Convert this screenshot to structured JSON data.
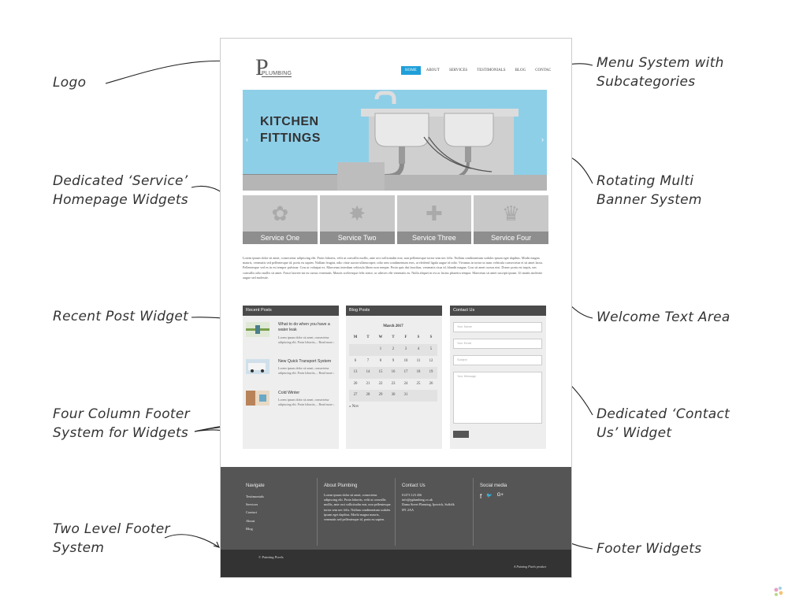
{
  "annotations": {
    "logo": "Logo",
    "menu": [
      "Menu System with",
      "Subcategories"
    ],
    "service": [
      "Dedicated ‘Service’",
      "Homepage Widgets"
    ],
    "banner": [
      "Rotating Multi",
      "Banner System"
    ],
    "recent": "Recent Post Widget",
    "welcome": "Welcome Text Area",
    "four_col": [
      "Four Column Footer",
      "System for Widgets"
    ],
    "contact": [
      "Dedicated ‘Contact",
      "Us’ Widget"
    ],
    "two_level": [
      "Two Level Footer",
      "System"
    ],
    "footer_widgets": "Footer Widgets"
  },
  "site": {
    "logo_letter": "P",
    "logo_word": "PLUMBING",
    "nav": [
      "HOME",
      "ABOUT",
      "SERVICES",
      "TESTIMONIALS",
      "BLOG",
      "CONTAC"
    ],
    "nav_active": 0,
    "banner": {
      "title_line1": "KITCHEN",
      "title_line2": "FITTINGS",
      "prev": "‹",
      "next": "›"
    },
    "services": [
      {
        "label": "Service One",
        "icon": "gear-flower-icon",
        "glyph": "✿"
      },
      {
        "label": "Service Two",
        "icon": "star-burst-icon",
        "glyph": "✸"
      },
      {
        "label": "Service Three",
        "icon": "puzzle-icon",
        "glyph": "✚"
      },
      {
        "label": "Service Four",
        "icon": "chess-queen-icon",
        "glyph": "♛"
      }
    ],
    "welcome_text": "Lorem ipsum dolor sit amet, consectetur adipiscing elit. Proin lobortis, velit ut convallis mollis, ante orci sollicitudin erat, non pellentesque tortor sem nec felis. Nullam condimentum sodales ipsum eget dapibus. Morbi magna mauris, venenatis sed pellentesque id, porta eu sapien. Nullam feugiat, odio vitae auctor ullamcorper, odio sem condimentum eros, at eleifend ligula augue id odio. Vivamus in tortor ut nunc vehicula consectetur et sit amet lacus. Pellentesque sed ex in est tempor pulvinar. Cras ut volutpat ex. Maecenas interdum vehicula libero non semper. Proin quis dui faucibus, venenatis risus id, blandit magna. Cras sit amet cursus nisi. Donec porta est turpis, nec convallis odio mollis sit amet. Fusce laoreet mi eu cursus venenatis. Mauris scelerisque felis tortor, ac ultrices elit venenatis eu. Nulla aliquet in est ac luctus pharetra tempor. Maecenas sit amet suscipit ipsum. Ut mattis molestie augue sed molestie.",
    "recent_posts": {
      "title": "Recent Posts",
      "items": [
        {
          "title": "What to do when you have a water leak",
          "excerpt": "Lorem ipsum dolor sit amet, consectetur adipiscing elit. Proin lobortis,... Read more ›"
        },
        {
          "title": "New Quick Transport System",
          "excerpt": "Lorem ipsum dolor sit amet, consectetur adipiscing elit. Proin lobortis,... Read more ›"
        },
        {
          "title": "Cold Winter",
          "excerpt": "Lorem ipsum dolor sit amet, consectetur adipiscing elit. Proin lobortis,... Read more ›"
        }
      ]
    },
    "blog_posts": {
      "title": "Blog Posts",
      "month": "March 2017",
      "weekdays": [
        "M",
        "T",
        "W",
        "T",
        "F",
        "S",
        "S"
      ],
      "days": [
        "",
        "",
        "1",
        "2",
        "3",
        "4",
        "5",
        "6",
        "7",
        "8",
        "9",
        "10",
        "11",
        "12",
        "13",
        "14",
        "15",
        "16",
        "17",
        "18",
        "19",
        "20",
        "21",
        "22",
        "23",
        "24",
        "25",
        "26",
        "27",
        "28",
        "29",
        "30",
        "31",
        "",
        ""
      ],
      "prev_link": "« Nov"
    },
    "contact": {
      "title": "Contact Us",
      "fields": [
        "Your Name",
        "Your Email",
        "Subject",
        "Your Message"
      ]
    },
    "footer": {
      "navigate": {
        "title": "Navigate",
        "links": [
          "Testimonials",
          "Services",
          "Contact",
          "About",
          "Blog"
        ]
      },
      "about": {
        "title": "About Plumbing",
        "text": "Lorem ipsum dolor sit amet, consectetur adipiscing elit. Proin lobortis, velit ut convallis mollis, ante orci sollicitudin erat, non pellentesque tortor sem nec felis. Nullam condimentum sodales ipsum eget dapibus. Morbi magna mauris, venenatis sed pellentesque id, porta eu sapien."
      },
      "contact": {
        "title": "Contact Us",
        "lines": [
          "01473 123 456",
          "info@pplumbing.co.uk",
          "Dama Street Planning, Ipswich, Suffolk",
          "IP1 2AA"
        ]
      },
      "social": {
        "title": "Social media",
        "icons": [
          {
            "name": "facebook-icon",
            "glyph": "f"
          },
          {
            "name": "twitter-icon",
            "glyph": "🐦"
          },
          {
            "name": "google-plus-icon",
            "glyph": "G+"
          }
        ]
      }
    },
    "copyright": "© Painting Pixels",
    "credit": "A Painting Pixels product"
  }
}
